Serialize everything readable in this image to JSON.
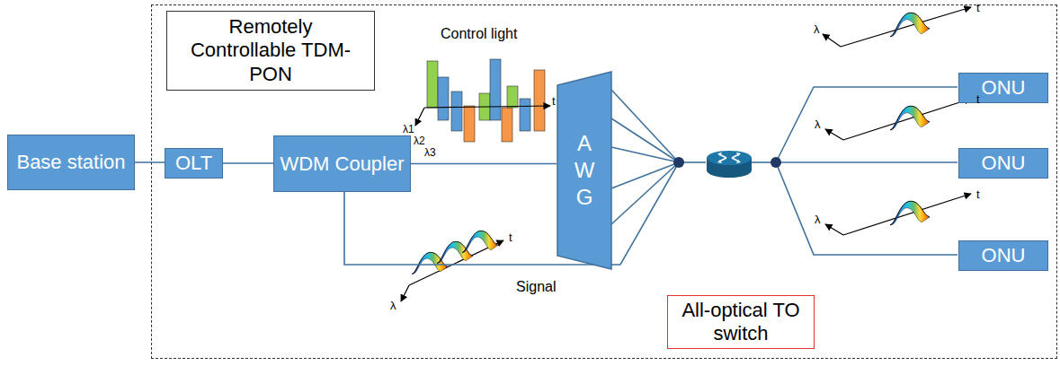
{
  "diagram": {
    "nodes": [
      {
        "text": [
          "Remotely Controllable TDM-PON"
        ]
      },
      {
        "text": [
          "Base station"
        ]
      },
      {
        "text": [
          "OLT"
        ],
        "in": 0
      },
      {
        "text": [
          "WDM Coupler"
        ],
        "in": 0
      },
      {
        "text": [
          "A W G"
        ],
        "in": 0
      },
      {
        "text": [
          "ONU"
        ],
        "in": 0
      },
      {
        "text": [
          "ONU"
        ],
        "in": 0
      },
      {
        "text": [
          "ONU"
        ],
        "in": 0
      },
      {
        "text": [
          "All-optical TO switch"
        ],
        "in": 0
      }
    ],
    "edges": [
      {
        "from": 1,
        "to": 2,
        "arrow": "none"
      },
      {
        "from": 2,
        "to": 3,
        "arrow": "none"
      },
      {
        "from": 3,
        "to": 4,
        "arrow": "none"
      }
    ],
    "labels": [
      "Control light",
      "t",
      "λ1",
      "λ2",
      "λ3",
      "Signal",
      "t",
      "λ",
      "t",
      "λ",
      "t",
      "λ",
      "t",
      "λ"
    ]
  }
}
